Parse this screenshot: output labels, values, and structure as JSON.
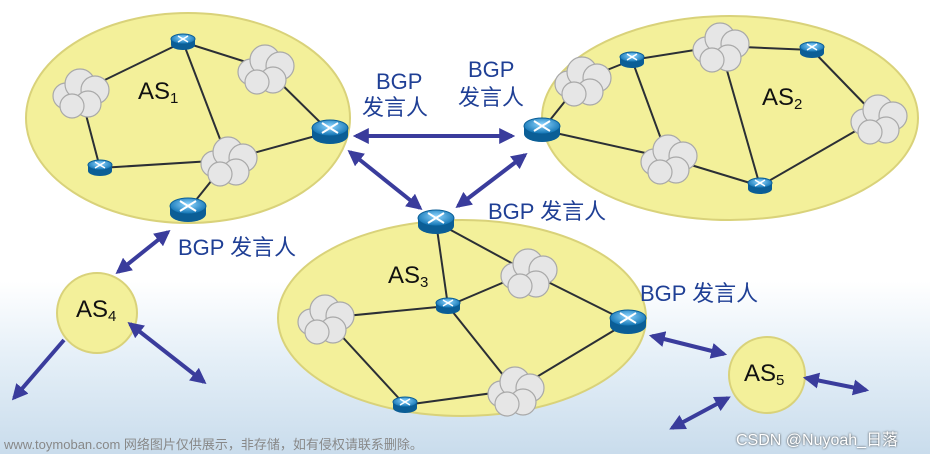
{
  "colors": {
    "as_fill": "#f3f09a",
    "link": "#2b2f35",
    "arrow": "#3a3c9c",
    "router": "#1c8fd0",
    "label": "#1f3f95"
  },
  "labels": {
    "speaker_single": "BGP 发言人",
    "speaker_line1": "BGP",
    "speaker_line2": "发言人"
  },
  "as_names": {
    "as1": {
      "main": "AS",
      "sub": "1"
    },
    "as2": {
      "main": "AS",
      "sub": "2"
    },
    "as3": {
      "main": "AS",
      "sub": "3"
    },
    "as4": {
      "main": "AS",
      "sub": "4"
    },
    "as5": {
      "main": "AS",
      "sub": "5"
    }
  },
  "watermarks": {
    "left": "www.toymoban.com 网络图片仅供展示，非存储，如有侵权请联系删除。",
    "right": "CSDN @Nuyoah_日落"
  }
}
